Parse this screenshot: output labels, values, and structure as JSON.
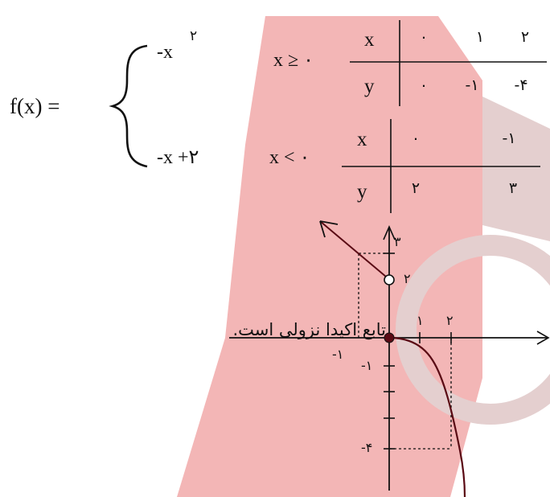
{
  "watermark": {
    "primary_color": "#f3b6b6",
    "secondary_color": "#e4cfcf",
    "logo": "red-logo-watermark"
  },
  "function_def": {
    "lhs": "f(x) =",
    "piece1_expr": "-x",
    "piece1_sup": "۲",
    "piece1_cond": "x ≥ ۰",
    "piece2_expr": "-x +۲",
    "piece2_cond": "x < ۰"
  },
  "table1": {
    "x_label": "x",
    "y_label": "y",
    "x_values": [
      "۰",
      "۱",
      "۲"
    ],
    "y_values": [
      "۰",
      "-۱",
      "-۴"
    ]
  },
  "table2": {
    "x_label": "x",
    "y_label": "y",
    "x_values": [
      "۰",
      "-۱"
    ],
    "y_values": [
      "۲",
      "۳"
    ]
  },
  "graph": {
    "y_label_3": "۳",
    "y_label_2": "۲",
    "y_label_neg1": "-۱",
    "y_label_neg4": "-۴",
    "x_label_1": "۱",
    "x_label_2": "۲",
    "x_label_neg1": "-۱",
    "curve_color": "#5a0a14",
    "axis_color": "#111111"
  },
  "note": "تابع اکیدا نزولی است."
}
